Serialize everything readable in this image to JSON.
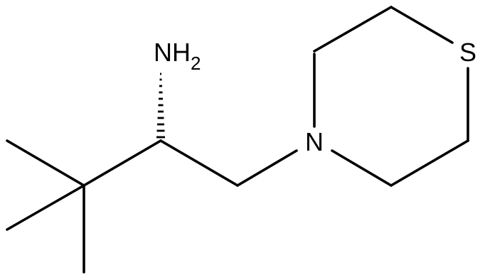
{
  "molecule": {
    "atoms": {
      "amine": {
        "symbol": "N",
        "hydrogens": "H",
        "h_count": "2"
      },
      "ring_nitrogen": {
        "symbol": "N"
      },
      "ring_sulfur": {
        "symbol": "S"
      }
    },
    "stereo": {
      "chiral_center_wedge": "hashed"
    }
  }
}
